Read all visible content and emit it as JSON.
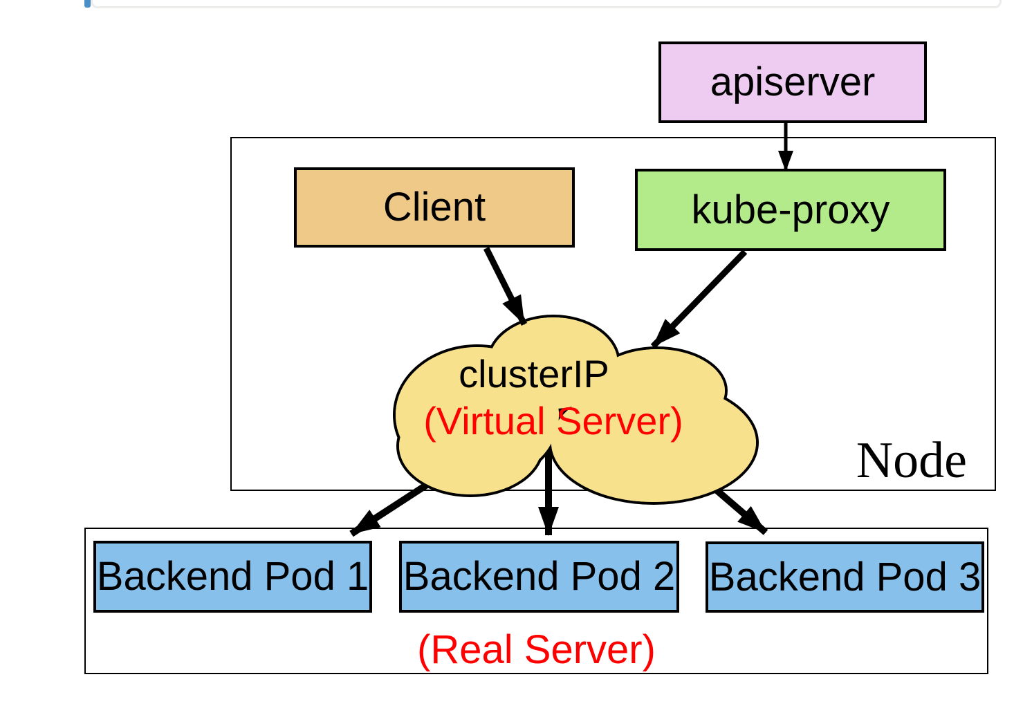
{
  "decoration": {
    "accent_color": "#4a90c8",
    "panel_border_color": "#ececeb"
  },
  "colors": {
    "line": "#000000",
    "red_text": "#fe0000",
    "black_text": "#000000"
  },
  "diagram": {
    "nodes": {
      "apiserver": {
        "label": "apiserver",
        "fill": "#eeccf2"
      },
      "client": {
        "label": "Client",
        "fill": "#efc988"
      },
      "kube_proxy": {
        "label": "kube-proxy",
        "fill": "#b3eb8b"
      },
      "cluster_ip": {
        "label": "clusterIP",
        "sublabel": "(Virtual Server)",
        "fill": "#f8e18d"
      },
      "node_container": {
        "label": "Node"
      },
      "real_server_container": {
        "label": "(Real Server)"
      },
      "pods": [
        {
          "label": "Backend Pod 1",
          "fill": "#87c0eb"
        },
        {
          "label": "Backend Pod 2",
          "fill": "#87c0eb"
        },
        {
          "label": "Backend Pod 3",
          "fill": "#87c0eb"
        }
      ]
    },
    "edges": [
      {
        "from": "apiserver",
        "to": "kube-proxy"
      },
      {
        "from": "Client",
        "to": "clusterIP (Virtual Server)"
      },
      {
        "from": "kube-proxy",
        "to": "clusterIP (Virtual Server)"
      },
      {
        "from": "clusterIP (Virtual Server)",
        "to": "Backend Pod 1"
      },
      {
        "from": "clusterIP (Virtual Server)",
        "to": "Backend Pod 2"
      },
      {
        "from": "clusterIP (Virtual Server)",
        "to": "Backend Pod 3"
      }
    ]
  }
}
